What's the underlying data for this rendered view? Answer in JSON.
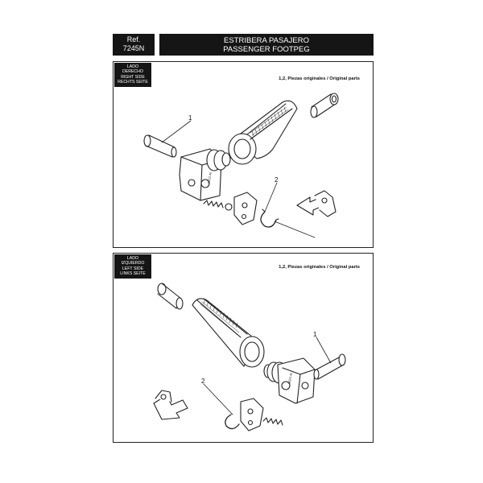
{
  "header": {
    "ref_label": "Ref.",
    "ref_code": "7245N",
    "title_es": "ESTRIBERA PASAJERO",
    "title_en": "PASSENGER FOOTPEG"
  },
  "panels": [
    {
      "side": [
        "LADO DERECHO",
        "RIGHT SIDE",
        "RECHTS SEITE"
      ],
      "parts_note": "1,2, Piezas originales / Original parts",
      "callouts": [
        "1",
        "2"
      ]
    },
    {
      "side": [
        "LADO IZQUIERDO",
        "LEFT SIDE",
        "LINKS SEITE"
      ],
      "parts_note": "1,2, Piezas originales / Original parts",
      "callouts": [
        "1",
        "2"
      ]
    }
  ]
}
